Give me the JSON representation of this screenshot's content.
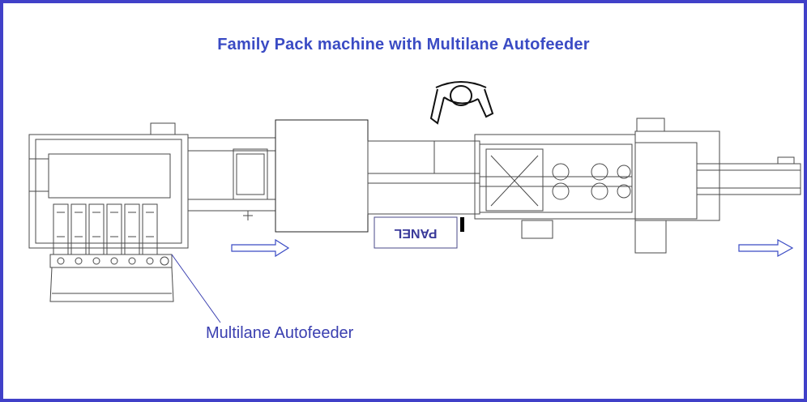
{
  "title": "Family Pack machine with Multilane Autofeeder",
  "panel_label": "PANEL",
  "callout_label": "Multilane Autofeeder",
  "colors": {
    "frame": "#4040c8",
    "title": "#3a4bc4",
    "callout": "#3a3fb0",
    "line": "#4a4a4a",
    "arrow": "#3a4bc4"
  },
  "icons": {
    "operator": "operator-figure-icon",
    "flow": "flow-arrow-icon"
  }
}
